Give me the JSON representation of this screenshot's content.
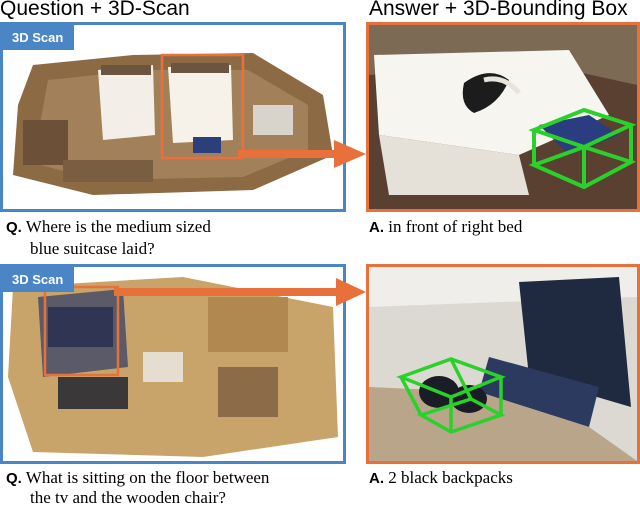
{
  "headers": {
    "left": "Question + 3D-Scan",
    "right": "Answer + 3D-Bounding Box"
  },
  "scan_tag": "3D Scan",
  "rows": [
    {
      "q_prefix": "Q.",
      "question_line1": "Where is the medium sized",
      "question_line2": "blue suitcase laid?",
      "a_prefix": "A.",
      "answer": "in front of right bed"
    },
    {
      "q_prefix": "Q.",
      "question_line1": "What is sitting on the floor between",
      "question_line2": "the tv and the wooden chair?",
      "a_prefix": "A.",
      "answer": "2 black backpacks"
    }
  ],
  "colors": {
    "scan_border": "#4a86c6",
    "answer_border": "#e8703a",
    "bbox": "#2ad12a"
  }
}
